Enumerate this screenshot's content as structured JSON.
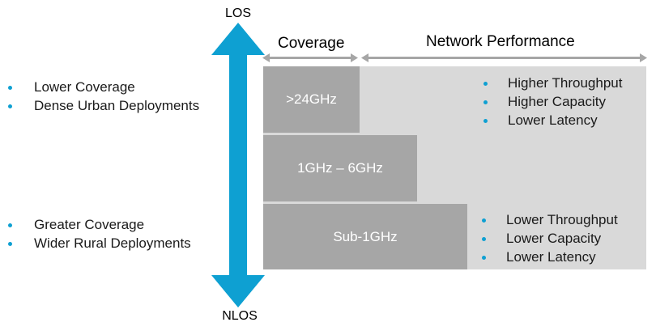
{
  "axis": {
    "top_label": "LOS",
    "bottom_label": "NLOS",
    "arrow_color": "#0ea0d2"
  },
  "headers": {
    "coverage": "Coverage",
    "network_performance": "Network Performance"
  },
  "left_notes": {
    "top": [
      "Lower Coverage",
      "Dense Urban Deployments"
    ],
    "bottom": [
      "Greater Coverage",
      "Wider Rural Deployments"
    ]
  },
  "bands": [
    ">24GHz",
    "1GHz – 6GHz",
    "Sub-1GHz"
  ],
  "performance": {
    "high": [
      "Higher Throughput",
      "Higher Capacity",
      "Lower Latency"
    ],
    "low": [
      "Lower Throughput",
      "Lower Capacity",
      "Lower Latency"
    ]
  },
  "colors": {
    "panel": "#d9d9d9",
    "band": "#a6a6a6",
    "bracket": "#a6a6a6",
    "bullet": "#0ea0d2"
  }
}
